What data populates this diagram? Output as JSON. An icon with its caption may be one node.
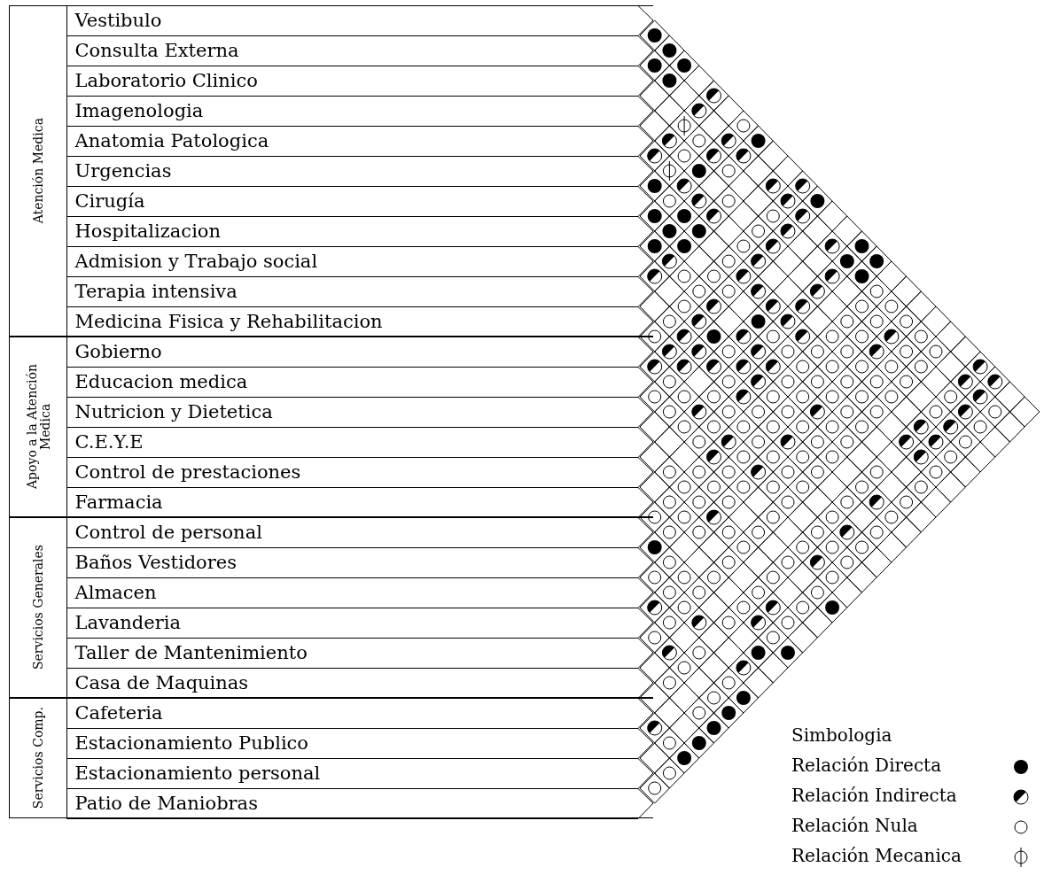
{
  "diagram": {
    "nodes": [
      {
        "text": [
          "Atención Medica"
        ]
      },
      {
        "text": [
          "Vestibulo"
        ],
        "in": 0
      },
      {
        "text": [
          "Consulta Externa"
        ],
        "in": 0
      },
      {
        "text": [
          "Laboratorio Clinico"
        ],
        "in": 0
      },
      {
        "text": [
          "Imagenologia"
        ],
        "in": 0
      },
      {
        "text": [
          "Anatomia Patologica"
        ],
        "in": 0
      },
      {
        "text": [
          "Urgencias"
        ],
        "in": 0
      },
      {
        "text": [
          "Cirugía"
        ],
        "in": 0
      },
      {
        "text": [
          "Hospitalizacion"
        ],
        "in": 0
      },
      {
        "text": [
          "Admision y Trabajo social"
        ],
        "in": 0
      },
      {
        "text": [
          "Terapia intensiva"
        ],
        "in": 0
      },
      {
        "text": [
          "Medicina Fisica y Rehabilitacion"
        ],
        "in": 0
      },
      {
        "text": [
          "Apoyo a la Atención Medica"
        ]
      },
      {
        "text": [
          "Gobierno"
        ],
        "in": 12
      },
      {
        "text": [
          "Educacion medica"
        ],
        "in": 12
      },
      {
        "text": [
          "Nutricion y Dietetica"
        ],
        "in": 12
      },
      {
        "text": [
          "C.E.Y.E"
        ],
        "in": 12
      },
      {
        "text": [
          "Control de prestaciones"
        ],
        "in": 12
      },
      {
        "text": [
          "Farmacia"
        ],
        "in": 12
      },
      {
        "text": [
          "Servicios Generales"
        ]
      },
      {
        "text": [
          "Control de personal"
        ],
        "in": 19
      },
      {
        "text": [
          "Baños Vestidores"
        ],
        "in": 19
      },
      {
        "text": [
          "Almacen"
        ],
        "in": 19
      },
      {
        "text": [
          "Lavanderia"
        ],
        "in": 19
      },
      {
        "text": [
          "Taller de Mantenimiento"
        ],
        "in": 19
      },
      {
        "text": [
          "Casa de Maquinas"
        ],
        "in": 19
      },
      {
        "text": [
          "Servicios Comp."
        ]
      },
      {
        "text": [
          "Cafeteria"
        ],
        "in": 26
      },
      {
        "text": [
          "Estacionamiento Publico"
        ],
        "in": 26
      },
      {
        "text": [
          "Estacionamiento personal"
        ],
        "in": 26
      },
      {
        "text": [
          "Patio de Maniobras"
        ],
        "in": 26
      }
    ],
    "labels": [
      "Simbologia"
    ],
    "legend": [
      {
        "text": "Relación Directa"
      },
      {
        "text": "Relación Indirecta"
      },
      {
        "text": "Relación Nula"
      },
      {
        "text": "Relación Mecanica"
      }
    ]
  }
}
